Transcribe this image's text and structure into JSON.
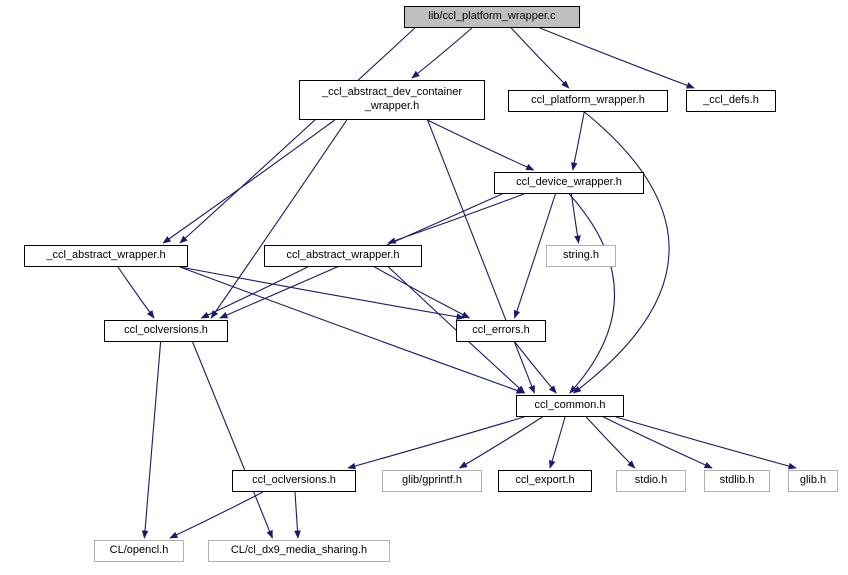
{
  "diagram": {
    "type": "include-dependency-graph",
    "root_file": "lib/ccl_platform_wrapper.c",
    "colors": {
      "edge": "#191970",
      "root_fill": "#bfbfbf",
      "node_fill": "#ffffff",
      "internal_border": "#000000",
      "external_border": "#b0b0b0",
      "text": "#000000"
    },
    "nodes": [
      {
        "id": "src",
        "label": "lib/ccl_platform_wrapper.c",
        "kind": "root"
      },
      {
        "id": "adcw",
        "label": "_ccl_abstract_dev_container\n_wrapper.h",
        "kind": "internal"
      },
      {
        "id": "pw",
        "label": "ccl_platform_wrapper.h",
        "kind": "internal"
      },
      {
        "id": "defs",
        "label": "_ccl_defs.h",
        "kind": "internal"
      },
      {
        "id": "dw",
        "label": "ccl_device_wrapper.h",
        "kind": "internal"
      },
      {
        "id": "aw_priv",
        "label": "_ccl_abstract_wrapper.h",
        "kind": "internal"
      },
      {
        "id": "aw_pub",
        "label": "ccl_abstract_wrapper.h",
        "kind": "internal"
      },
      {
        "id": "string",
        "label": "string.h",
        "kind": "external"
      },
      {
        "id": "oclv1",
        "label": "ccl_oclversions.h",
        "kind": "internal"
      },
      {
        "id": "err",
        "label": "ccl_errors.h",
        "kind": "internal"
      },
      {
        "id": "common",
        "label": "ccl_common.h",
        "kind": "internal"
      },
      {
        "id": "oclv2",
        "label": "ccl_oclversions.h",
        "kind": "internal"
      },
      {
        "id": "gprintf",
        "label": "glib/gprintf.h",
        "kind": "external"
      },
      {
        "id": "export",
        "label": "ccl_export.h",
        "kind": "internal"
      },
      {
        "id": "stdio",
        "label": "stdio.h",
        "kind": "external"
      },
      {
        "id": "stdlib",
        "label": "stdlib.h",
        "kind": "external"
      },
      {
        "id": "glib",
        "label": "glib.h",
        "kind": "external"
      },
      {
        "id": "opencl",
        "label": "CL/opencl.h",
        "kind": "external"
      },
      {
        "id": "dx9",
        "label": "CL/cl_dx9_media_sharing.h",
        "kind": "external"
      }
    ],
    "edges": [
      {
        "from": "src",
        "to": "adcw"
      },
      {
        "from": "src",
        "to": "pw"
      },
      {
        "from": "src",
        "to": "defs"
      },
      {
        "from": "src",
        "to": "aw_priv"
      },
      {
        "from": "adcw",
        "to": "aw_priv"
      },
      {
        "from": "adcw",
        "to": "oclv1"
      },
      {
        "from": "adcw",
        "to": "dw"
      },
      {
        "from": "adcw",
        "to": "common"
      },
      {
        "from": "pw",
        "to": "dw"
      },
      {
        "from": "pw",
        "to": "common",
        "bend": 180
      },
      {
        "from": "dw",
        "to": "string"
      },
      {
        "from": "dw",
        "to": "aw_pub"
      },
      {
        "from": "dw",
        "to": "errors_alias_err"
      },
      {
        "from": "dw",
        "to": "common",
        "bend": 90
      },
      {
        "from": "dw",
        "to": "oclv1"
      },
      {
        "from": "aw_priv",
        "to": "oclv1"
      },
      {
        "from": "aw_priv",
        "to": "err"
      },
      {
        "from": "aw_priv",
        "to": "common"
      },
      {
        "from": "aw_pub",
        "to": "oclv1"
      },
      {
        "from": "aw_pub",
        "to": "err"
      },
      {
        "from": "aw_pub",
        "to": "common"
      },
      {
        "from": "err",
        "to": "common"
      },
      {
        "from": "oclv1",
        "to": "opencl"
      },
      {
        "from": "oclv1",
        "to": "dx9"
      },
      {
        "from": "common",
        "to": "oclv2"
      },
      {
        "from": "common",
        "to": "gprintf"
      },
      {
        "from": "common",
        "to": "export"
      },
      {
        "from": "common",
        "to": "stdio"
      },
      {
        "from": "common",
        "to": "stdlib"
      },
      {
        "from": "common",
        "to": "glib"
      },
      {
        "from": "oclv2",
        "to": "opencl"
      },
      {
        "from": "oclv2",
        "to": "dx9"
      }
    ]
  }
}
